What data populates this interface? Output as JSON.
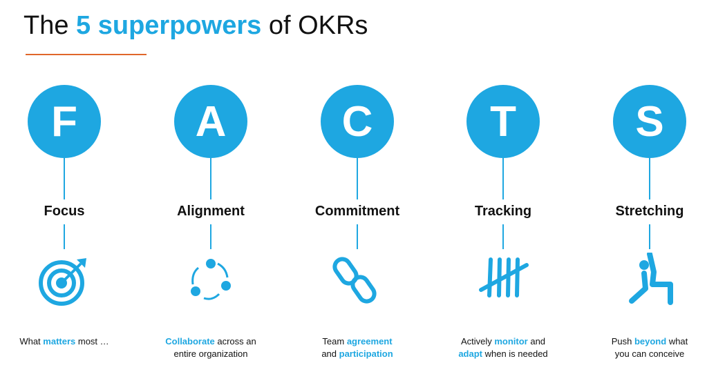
{
  "title": {
    "pre": "The ",
    "highlight": "5 superpowers",
    "post": " of OKRs"
  },
  "colors": {
    "accent": "#1ea7e1",
    "rule": "#e0662a"
  },
  "items": [
    {
      "letter": "F",
      "label": "Focus",
      "icon": "target-icon",
      "desc": [
        [
          {
            "t": "What "
          },
          {
            "t": "matters",
            "h": true
          },
          {
            "t": " most …"
          }
        ]
      ]
    },
    {
      "letter": "A",
      "label": "Alignment",
      "icon": "cycle-icon",
      "desc": [
        [
          {
            "t": "Collaborate",
            "h": true
          },
          {
            "t": " across an"
          }
        ],
        [
          {
            "t": "entire organization"
          }
        ]
      ]
    },
    {
      "letter": "C",
      "label": "Commitment",
      "icon": "chain-link-icon",
      "desc": [
        [
          {
            "t": "Team "
          },
          {
            "t": "agreement",
            "h": true
          }
        ],
        [
          {
            "t": "and "
          },
          {
            "t": "participation",
            "h": true
          }
        ]
      ]
    },
    {
      "letter": "T",
      "label": "Tracking",
      "icon": "tally-marks-icon",
      "desc": [
        [
          {
            "t": "Actively "
          },
          {
            "t": "monitor",
            "h": true
          },
          {
            "t": " and"
          }
        ],
        [
          {
            "t": "adapt",
            "h": true
          },
          {
            "t": " when is needed"
          }
        ]
      ]
    },
    {
      "letter": "S",
      "label": "Stretching",
      "icon": "stretching-person-icon",
      "desc": [
        [
          {
            "t": "Push "
          },
          {
            "t": "beyond",
            "h": true
          },
          {
            "t": " what"
          }
        ],
        [
          {
            "t": "you can conceive"
          }
        ]
      ]
    }
  ]
}
